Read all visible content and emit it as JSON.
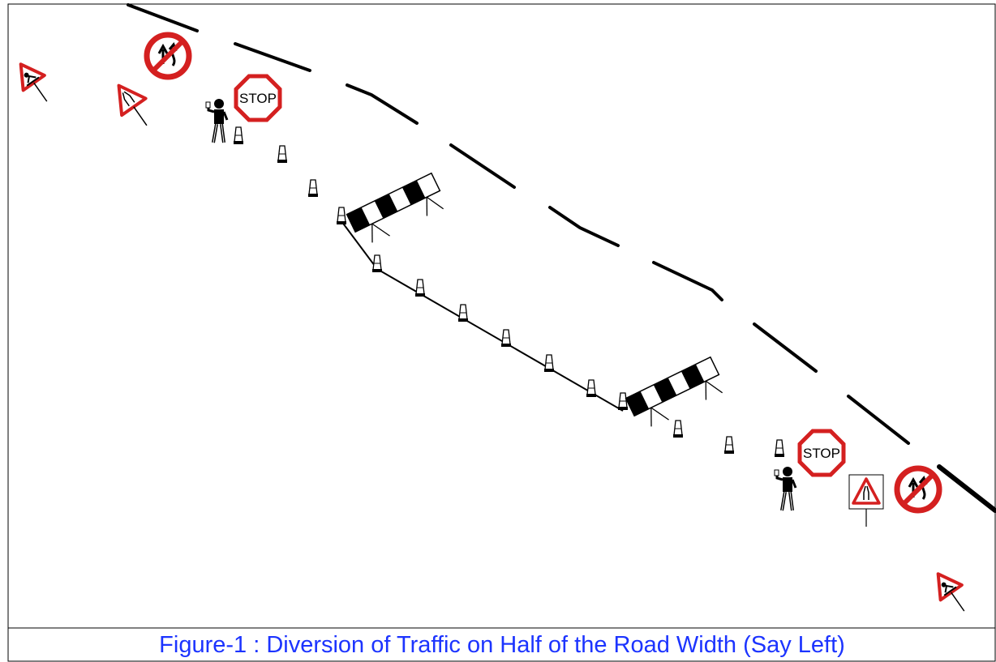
{
  "figure": {
    "caption": "Figure-1 : Diversion of Traffic on Half of the Road Width (Say Left)"
  },
  "signs": {
    "stop_top": "STOP",
    "stop_bottom": "STOP"
  },
  "colors": {
    "sign_red": "#d42020",
    "caption_blue": "#1c34ff",
    "line_black": "#000000"
  },
  "icons": [
    "men-at-work-sign-icon",
    "no-overtaking-sign-icon",
    "road-narrows-sign-icon",
    "stop-sign-icon",
    "flagman-icon",
    "traffic-cone-icon",
    "barricade-icon"
  ]
}
